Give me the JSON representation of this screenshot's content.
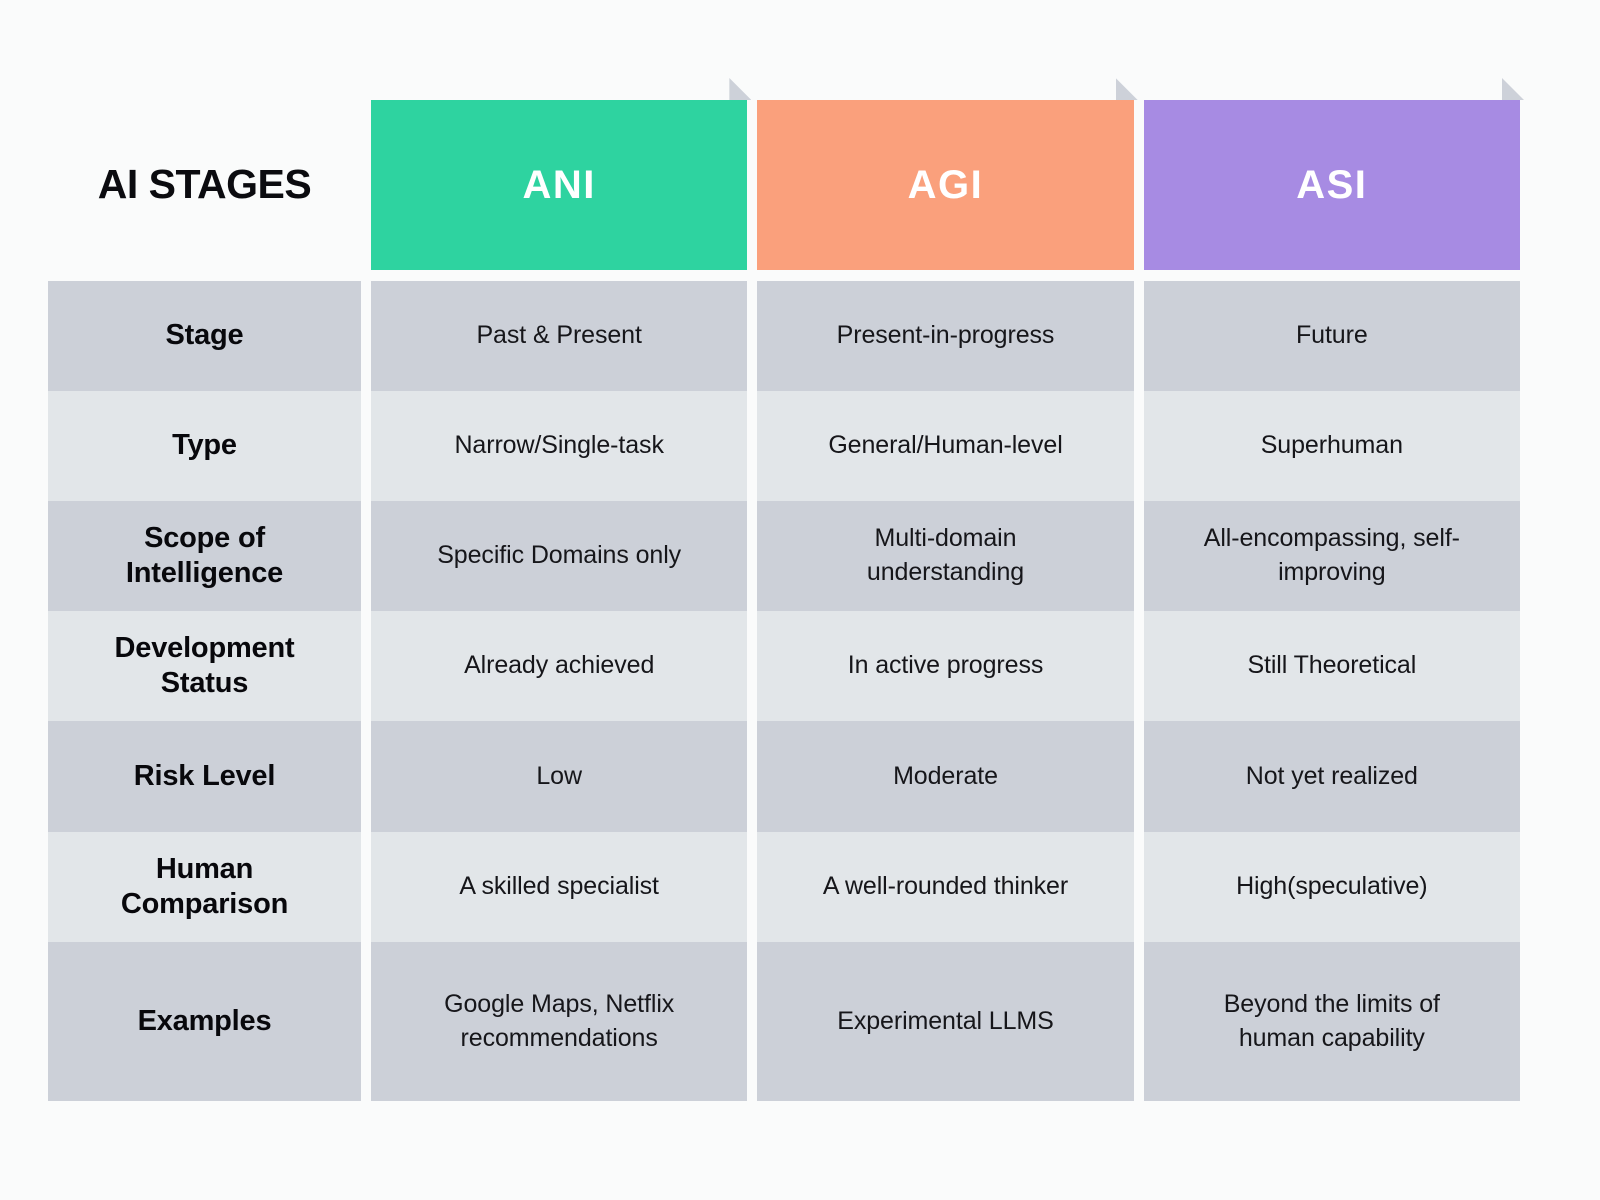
{
  "page": {
    "title": "AI STAGES",
    "background_color": "#FAFBFB"
  },
  "columns": [
    {
      "id": "ani",
      "label": "ANI",
      "color": "#2ED3A0",
      "fold_color": "#CDD1D9"
    },
    {
      "id": "agi",
      "label": "AGI",
      "color": "#FAA07C",
      "fold_color": "#CDD1D9"
    },
    {
      "id": "asi",
      "label": "ASI",
      "color": "#A78BE3",
      "fold_color": "#CDD1D9"
    }
  ],
  "band_colors": {
    "dark": "#CCD0D8",
    "light": "#E2E6E9"
  },
  "rows": [
    {
      "label": "Stage",
      "band": "dark",
      "ani": "Past & Present",
      "agi": "Present-in-progress",
      "asi": "Future"
    },
    {
      "label": "Type",
      "band": "light",
      "ani": "Narrow/Single-task",
      "agi": "General/Human-level",
      "asi": "Superhuman"
    },
    {
      "label": "Scope of\nIntelligence",
      "band": "dark",
      "ani": "Specific Domains only",
      "agi": "Multi-domain\nunderstanding",
      "asi": "All-encompassing, self-\nimproving"
    },
    {
      "label": "Development\nStatus",
      "band": "light",
      "ani": "Already achieved",
      "agi": "In active progress",
      "asi": "Still Theoretical"
    },
    {
      "label": "Risk Level",
      "band": "dark",
      "ani": "Low",
      "agi": "Moderate",
      "asi": "Not yet realized"
    },
    {
      "label": "Human\nComparison",
      "band": "light",
      "ani": "A skilled specialist",
      "agi": "A well-rounded thinker",
      "asi": "High(speculative)"
    },
    {
      "label": "Examples",
      "band": "dark",
      "ani": "Google Maps, Netflix\nrecommendations",
      "agi": "Experimental LLMS",
      "asi": "Beyond the limits of\nhuman capability"
    }
  ]
}
